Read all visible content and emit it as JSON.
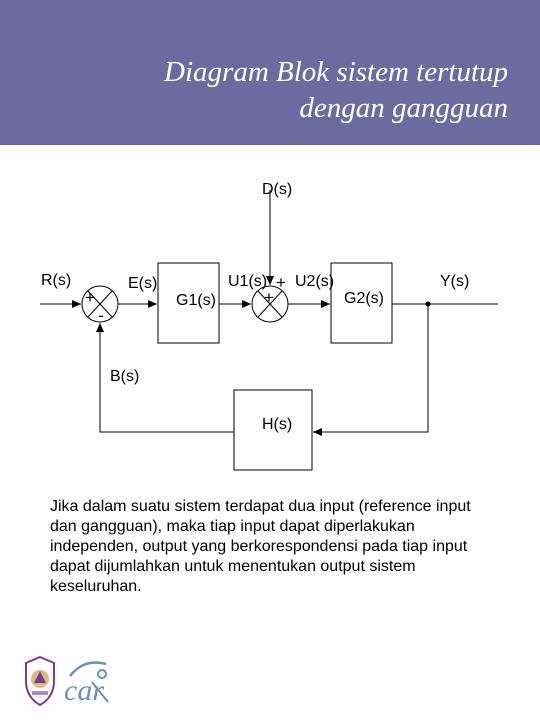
{
  "title": {
    "line1": "Diagram Blok sistem tertutup",
    "line2": "dengan gangguan"
  },
  "diagram": {
    "labels": {
      "r": "R(s)",
      "e": "E(s)",
      "g1": "G1(s)",
      "u1": "U1(s)",
      "u2": "U2(s)",
      "g2": "G2(s)",
      "y": "Y(s)",
      "d": "D(s)",
      "b": "B(s)",
      "h": "H(s)"
    },
    "signs": {
      "sum1_plus": "+",
      "sum1_minus": "-",
      "sum2_plus_top": "+",
      "sum2_plus_left": "+"
    }
  },
  "description": "Jika dalam suatu sistem terdapat dua input (reference input dan gangguan), maka tiap input dapat diperlakukan independen, output yang berkorespondensi pada tiap input dapat dijumlahkan untuk menentukan output sistem keseluruhan.",
  "logos": {
    "logo2_text": "car"
  },
  "colors": {
    "header": "#6b6b9f",
    "title_text": "#ffffff",
    "logo_blue": "#6f8fb0",
    "logo_gold": "#c7a24a",
    "logo_purple": "#7a3d8c"
  }
}
